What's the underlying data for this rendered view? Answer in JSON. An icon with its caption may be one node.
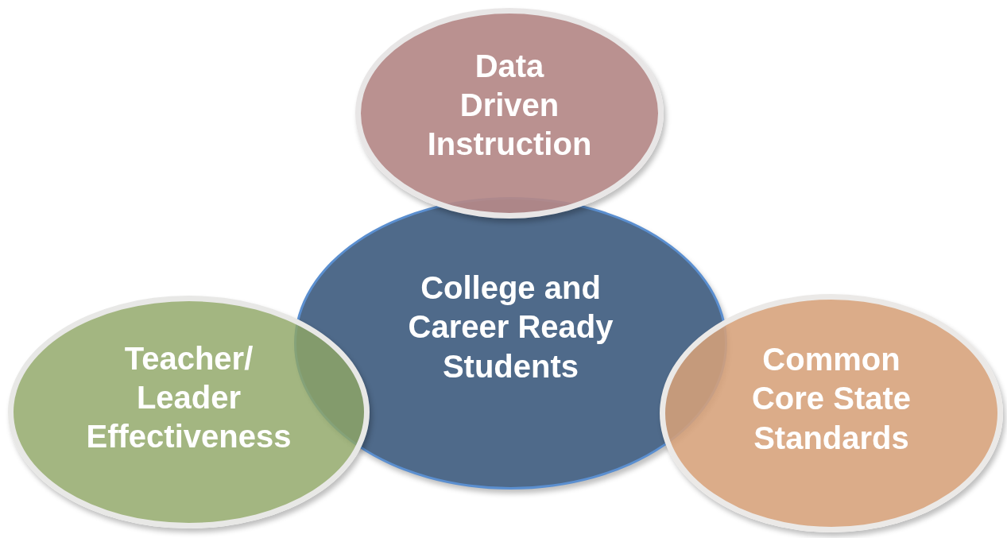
{
  "diagram": {
    "nodes": [
      {
        "text": [
          "Data Driven Instruction"
        ]
      },
      {
        "text": [
          "College and Career Ready Students"
        ]
      },
      {
        "text": [
          "Teacher/ Leader Effectiveness"
        ]
      },
      {
        "text": [
          "Common Core State Standards"
        ]
      }
    ]
  }
}
